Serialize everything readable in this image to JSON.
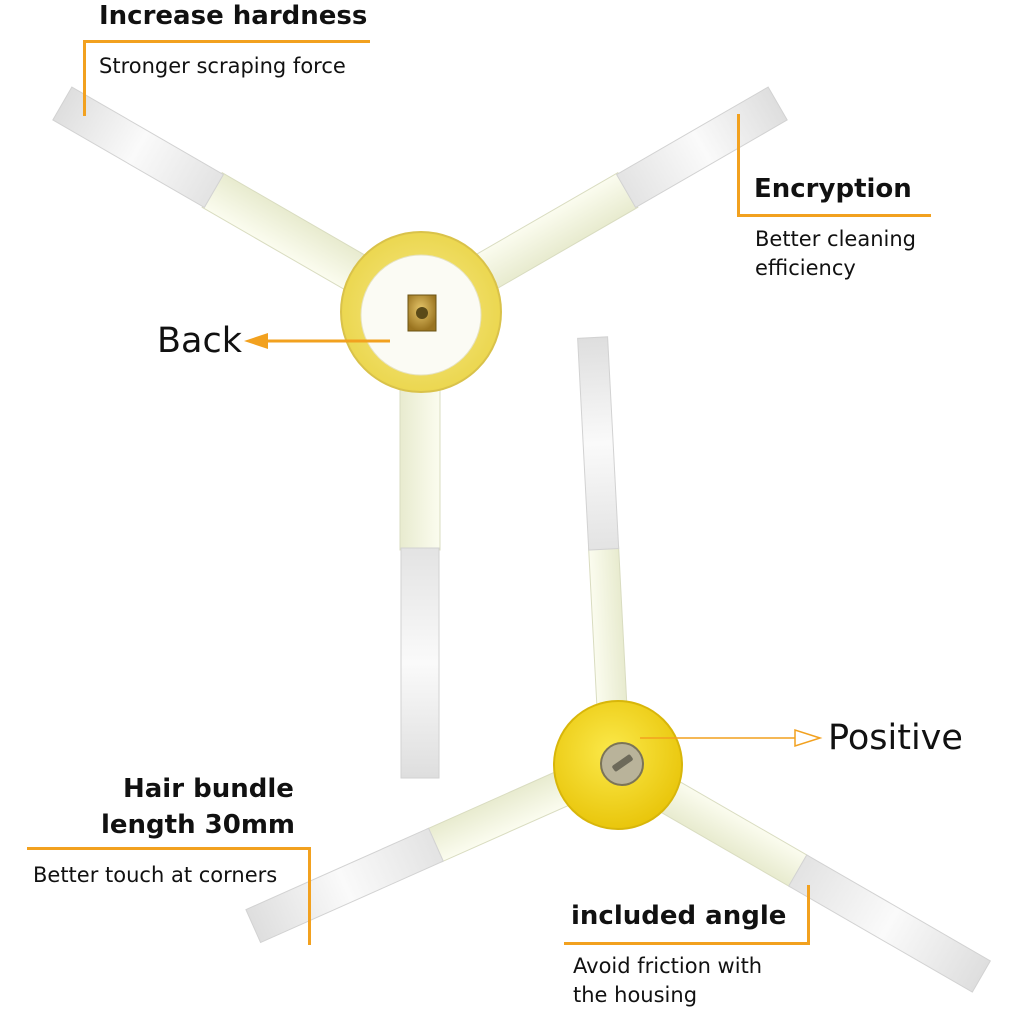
{
  "callouts": {
    "hardness": {
      "title": "Increase hardness",
      "sub": "Stronger scraping force"
    },
    "encryption": {
      "title": "Encryption",
      "sub1": "Better cleaning",
      "sub2": "efficiency"
    },
    "hair": {
      "title1": "Hair bundle",
      "title2": "length 30mm",
      "sub": "Better touch at corners"
    },
    "angle": {
      "title": "included angle",
      "sub1": "Avoid friction with",
      "sub2": "the housing"
    }
  },
  "labels": {
    "back": "Back",
    "positive": "Positive"
  },
  "colors": {
    "accent": "#f2a11f",
    "hub_yellow": "#f3e26a",
    "hub_bright_yellow": "#f5de20",
    "arm": "#f3f5e3",
    "bristle": "#eeeeee"
  }
}
